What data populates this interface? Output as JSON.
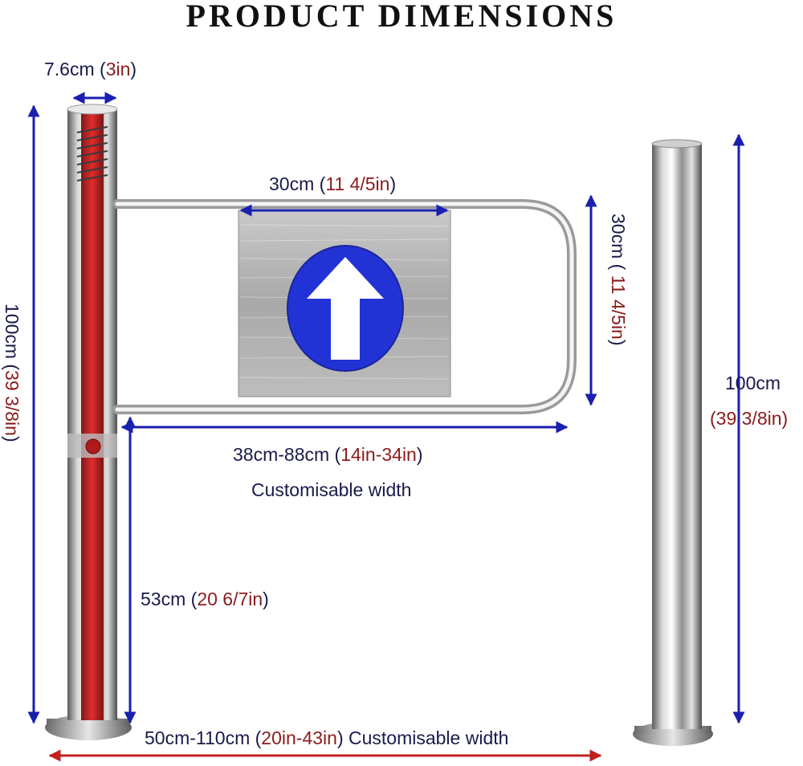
{
  "title": "PRODUCT DIMENSIONS",
  "colors": {
    "arrow": "#1a1fb0",
    "red_arrow": "#c0201f",
    "text": "#1a1a4a",
    "accent_text": "#8a1c1c",
    "sign_blue": "#2233d6"
  },
  "icons": {
    "sign": "up-arrow-icon"
  },
  "dims": {
    "post_diameter": {
      "metric": "7.6cm",
      "open": " (",
      "imperial": "3in",
      "close": ")"
    },
    "sign_width": {
      "metric": "30cm",
      "open": " (",
      "imperial": "11 4/5in",
      "close": ")"
    },
    "sign_height": {
      "metric": "30cm",
      "open": " ( ",
      "imperial": "11 4/5in",
      "close": ")"
    },
    "left_height": {
      "metric": "100cm",
      "open": " (",
      "imperial": "39 3/8in",
      "close": ")"
    },
    "right_height": {
      "metric": "100cm",
      "imperial": "(39 3/8in)"
    },
    "arm_width": {
      "metric": "38cm-88cm",
      "open": " (",
      "imperial": "14in-34in",
      "close": ")",
      "note": "Customisable width"
    },
    "arm_elevation": {
      "metric": "53cm",
      "open": " (",
      "imperial": "20 6/7in",
      "close": ")"
    },
    "total_width": {
      "metric": "50cm-110cm",
      "open": " (",
      "imperial": "20in-43in",
      "close": ")",
      "note": " Customisable width"
    }
  }
}
